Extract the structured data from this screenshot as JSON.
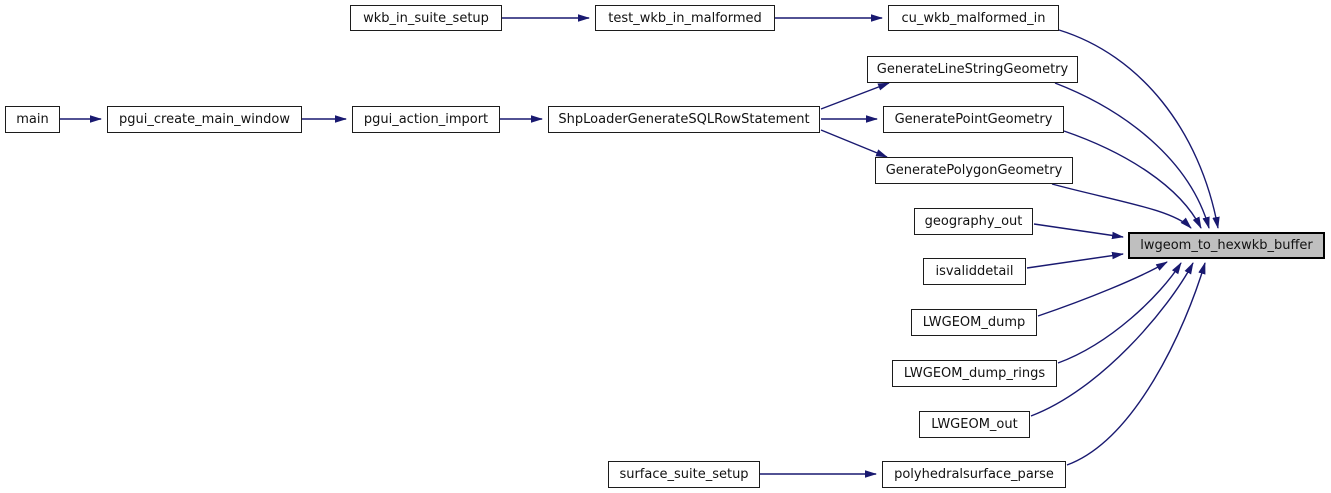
{
  "colors": {
    "background": "#ffffff",
    "edge": "#191970",
    "node_border": "#1c1c1c",
    "node_fill": "#ffffff",
    "highlight_fill": "#bfbfbf",
    "text": "#111111"
  },
  "nodes": {
    "wkb_in_suite_setup": {
      "label": "wkb_in_suite_setup"
    },
    "test_wkb_in_malformed": {
      "label": "test_wkb_in_malformed"
    },
    "cu_wkb_malformed_in": {
      "label": "cu_wkb_malformed_in"
    },
    "main": {
      "label": "main"
    },
    "pgui_create_main_window": {
      "label": "pgui_create_main_window"
    },
    "pgui_action_import": {
      "label": "pgui_action_import"
    },
    "ShpLoaderGenerateSQLRowStatement": {
      "label": "ShpLoaderGenerateSQLRowStatement"
    },
    "GenerateLineStringGeometry": {
      "label": "GenerateLineStringGeometry"
    },
    "GeneratePointGeometry": {
      "label": "GeneratePointGeometry"
    },
    "GeneratePolygonGeometry": {
      "label": "GeneratePolygonGeometry"
    },
    "geography_out": {
      "label": "geography_out"
    },
    "isvaliddetail": {
      "label": "isvaliddetail"
    },
    "LWGEOM_dump": {
      "label": "LWGEOM_dump"
    },
    "LWGEOM_dump_rings": {
      "label": "LWGEOM_dump_rings"
    },
    "LWGEOM_out": {
      "label": "LWGEOM_out"
    },
    "surface_suite_setup": {
      "label": "surface_suite_setup"
    },
    "polyhedralsurface_parse": {
      "label": "polyhedralsurface_parse"
    },
    "lwgeom_to_hexwkb_buffer": {
      "label": "lwgeom_to_hexwkb_buffer",
      "highlighted": true
    }
  },
  "edges": [
    {
      "from": "wkb_in_suite_setup",
      "to": "test_wkb_in_malformed"
    },
    {
      "from": "test_wkb_in_malformed",
      "to": "cu_wkb_malformed_in"
    },
    {
      "from": "cu_wkb_malformed_in",
      "to": "lwgeom_to_hexwkb_buffer"
    },
    {
      "from": "main",
      "to": "pgui_create_main_window"
    },
    {
      "from": "pgui_create_main_window",
      "to": "pgui_action_import"
    },
    {
      "from": "pgui_action_import",
      "to": "ShpLoaderGenerateSQLRowStatement"
    },
    {
      "from": "ShpLoaderGenerateSQLRowStatement",
      "to": "GenerateLineStringGeometry"
    },
    {
      "from": "ShpLoaderGenerateSQLRowStatement",
      "to": "GeneratePointGeometry"
    },
    {
      "from": "ShpLoaderGenerateSQLRowStatement",
      "to": "GeneratePolygonGeometry"
    },
    {
      "from": "GenerateLineStringGeometry",
      "to": "lwgeom_to_hexwkb_buffer"
    },
    {
      "from": "GeneratePointGeometry",
      "to": "lwgeom_to_hexwkb_buffer"
    },
    {
      "from": "GeneratePolygonGeometry",
      "to": "lwgeom_to_hexwkb_buffer"
    },
    {
      "from": "geography_out",
      "to": "lwgeom_to_hexwkb_buffer"
    },
    {
      "from": "isvaliddetail",
      "to": "lwgeom_to_hexwkb_buffer"
    },
    {
      "from": "LWGEOM_dump",
      "to": "lwgeom_to_hexwkb_buffer"
    },
    {
      "from": "LWGEOM_dump_rings",
      "to": "lwgeom_to_hexwkb_buffer"
    },
    {
      "from": "LWGEOM_out",
      "to": "lwgeom_to_hexwkb_buffer"
    },
    {
      "from": "surface_suite_setup",
      "to": "polyhedralsurface_parse"
    },
    {
      "from": "polyhedralsurface_parse",
      "to": "lwgeom_to_hexwkb_buffer"
    }
  ]
}
